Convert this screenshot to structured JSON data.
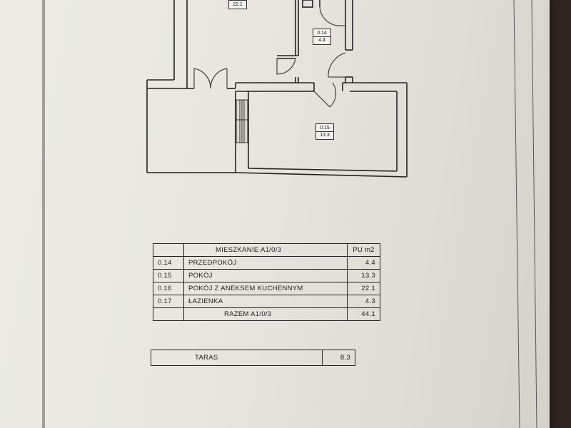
{
  "rooms": [
    {
      "id": "r16",
      "number": "",
      "area": "22.1"
    },
    {
      "id": "r14",
      "number": "0.14",
      "area": "4.4"
    },
    {
      "id": "r15",
      "number": "0.15",
      "area": "13.3"
    }
  ],
  "table": {
    "title": "MIESZKANIE A1/0/3",
    "area_header": "PU m2",
    "rows": [
      {
        "no": "0.14",
        "name": "PRZEDPOKÓJ",
        "area": "4.4"
      },
      {
        "no": "0.15",
        "name": "POKÓJ",
        "area": "13.3"
      },
      {
        "no": "0.16",
        "name": "POKÓJ Z ANEKSEM KUCHENNYM",
        "area": "22.1"
      },
      {
        "no": "0.17",
        "name": "ŁAZIENKA",
        "area": "4.3"
      }
    ],
    "total_label": "RAZEM A1/0/3",
    "total_area": "44.1"
  },
  "terrace": {
    "label": "TARAS",
    "area": "8.3"
  }
}
